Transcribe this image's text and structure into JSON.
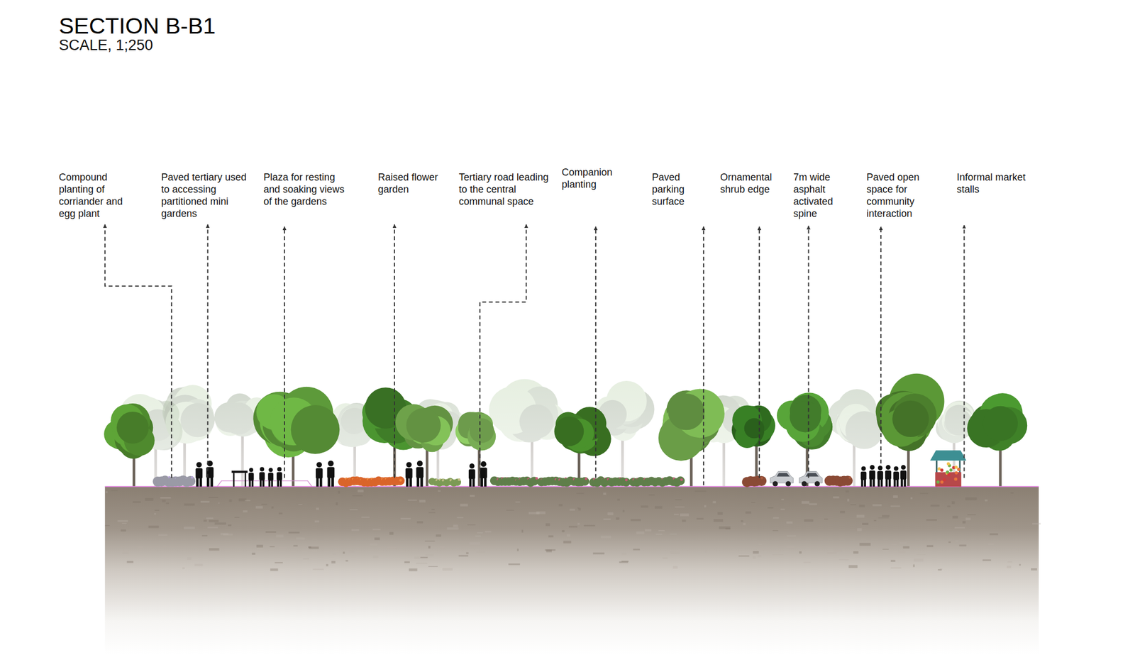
{
  "diagram": {
    "title": "SECTION B-B1",
    "labels": [
      "SCALE, 1;250",
      "Compound planting of corriander and egg plant",
      "Paved tertiary used to accessing partitioned mini gardens",
      "Plaza for resting and soaking views of the gardens",
      "Raised flower garden",
      "Tertiary road leading to the central communal space",
      "Companion planting",
      "Paved parking surface",
      "Ornamental shrub edge",
      "7m wide asphalt activated spine",
      "Paved open space for community interaction",
      "Informal market stalls"
    ]
  }
}
